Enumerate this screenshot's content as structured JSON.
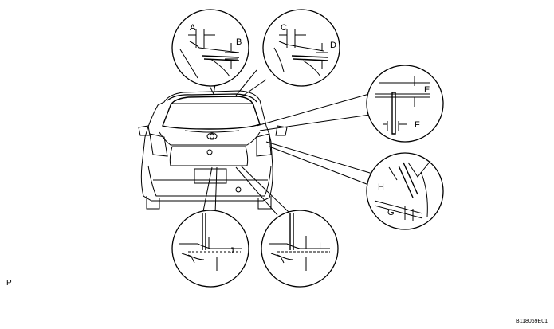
{
  "labels": {
    "A": "A",
    "B": "B",
    "C": "C",
    "D": "D",
    "E": "E",
    "F": "F",
    "G": "G",
    "H": "H",
    "I": "I",
    "J": "J"
  },
  "page_tag": "P",
  "figure_code": "B118069E01"
}
